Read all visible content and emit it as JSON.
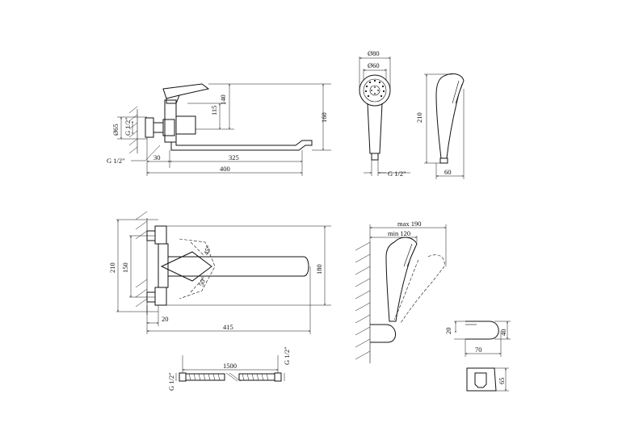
{
  "colors": {
    "line": "#111111",
    "background": "#ffffff"
  },
  "top_faucet": {
    "dim_115": "115",
    "dim_140": "140",
    "dim_160": "160",
    "dim_d65": "Ø65",
    "dim_g12_side": "G 1/2\"",
    "dim_g12_bottom": "G 1/2\"",
    "dim_30": "30",
    "dim_325": "325",
    "dim_400": "400"
  },
  "shower_head": {
    "dim_d80": "Ø80",
    "dim_d60": "Ø60",
    "dim_210": "210",
    "dim_g12": "G 1/2\"",
    "dim_60": "60"
  },
  "front_faucet": {
    "dim_210": "210",
    "dim_150": "150",
    "dim_45": "45°",
    "dim_50": "50°",
    "dim_180": "180",
    "dim_20": "20",
    "dim_415": "415"
  },
  "hose": {
    "dim_g12_left": "G 1/2\"",
    "dim_1500": "1500",
    "dim_g12_right": "G 1/2\""
  },
  "holder_side": {
    "dim_max190": "max 190",
    "dim_min120": "min 120"
  },
  "holder_bracket": {
    "dim_20": "20",
    "dim_40": "40",
    "dim_70": "70",
    "dim_65": "65"
  }
}
